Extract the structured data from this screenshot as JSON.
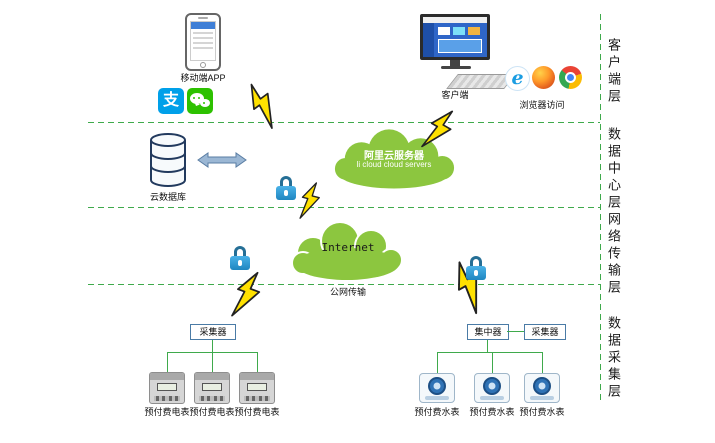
{
  "layer_labels": {
    "client": "客户端层",
    "data_center": "数据中心层",
    "network": "网络传输层",
    "acquisition": "数据采集层"
  },
  "client_layer": {
    "mobile_app": "移动端APP",
    "client": "客户端",
    "browser": "浏览器访问"
  },
  "data_center_layer": {
    "cloud_db": "云数据库",
    "ali_cloud_title": "阿里云服务器",
    "ali_cloud_subtitle": "li cloud cloud servers"
  },
  "network_layer": {
    "internet": "Internet",
    "public_transmission": "公网传输"
  },
  "acquisition_layer": {
    "collector_left": "采集器",
    "concentrator": "集中器",
    "collector_right": "采集器",
    "electric_meters": [
      "预付费电表",
      "预付费电表",
      "预付费电表"
    ],
    "water_meters": [
      "预付费水表",
      "预付费水表",
      "预付费水表"
    ]
  },
  "icons": {
    "ie_glyph": "e",
    "alipay_glyph": "支"
  },
  "colors": {
    "cloud_green": "#8CC63F",
    "dashed_line_green": "#3FAA4C",
    "lightning_yellow": "#FFE100",
    "lock_blue": "#2B9FD8",
    "alipay_blue": "#00A0E9",
    "wechat_green": "#2DC100"
  }
}
